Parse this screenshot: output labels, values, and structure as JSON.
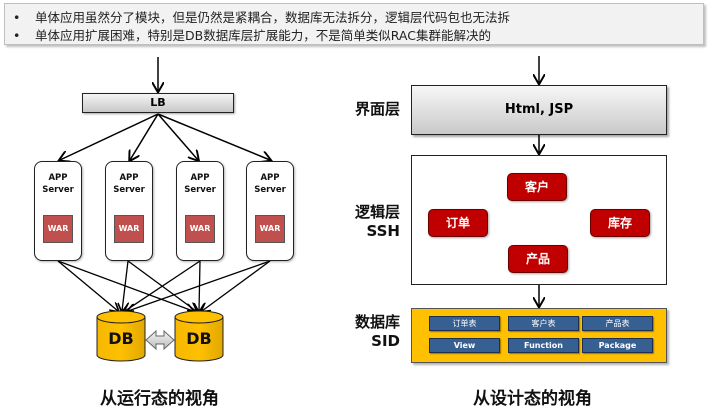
{
  "notes": {
    "bullet": "•",
    "items": [
      "单体应用虽然分了模块，但是仍然是紧耦合，数据库无法拆分，逻辑层代码包也无法拆",
      "单体应用扩展困难，特别是DB数据库层扩展能力，不是简单类似RAC集群能解决的"
    ]
  },
  "runtime_view": {
    "title": "从运行态的视角",
    "load_balancer": "LB",
    "app_servers": [
      {
        "line1": "APP",
        "line2": "Server",
        "artifact": "WAR"
      },
      {
        "line1": "APP",
        "line2": "Server",
        "artifact": "WAR"
      },
      {
        "line1": "APP",
        "line2": "Server",
        "artifact": "WAR"
      },
      {
        "line1": "APP",
        "line2": "Server",
        "artifact": "WAR"
      }
    ],
    "databases": [
      "DB",
      "DB"
    ]
  },
  "design_view": {
    "title": "从设计态的视角",
    "ui_layer": {
      "label": "界面层",
      "content": "Html, JSP"
    },
    "logic_layer": {
      "label_line1": "逻辑层",
      "label_line2": "SSH",
      "modules": {
        "top": "客户",
        "left": "订单",
        "right": "库存",
        "bottom": "产品"
      }
    },
    "data_layer": {
      "label_line1": "数据库",
      "label_line2": "SID",
      "tables": [
        "订单表",
        "客户表",
        "产品表",
        "View",
        "Function",
        "Package"
      ]
    }
  },
  "colors": {
    "war": "#c0504d",
    "db": "#ffc000",
    "module": "#c00000",
    "data_layer": "#ffc000",
    "table": "#376092"
  }
}
